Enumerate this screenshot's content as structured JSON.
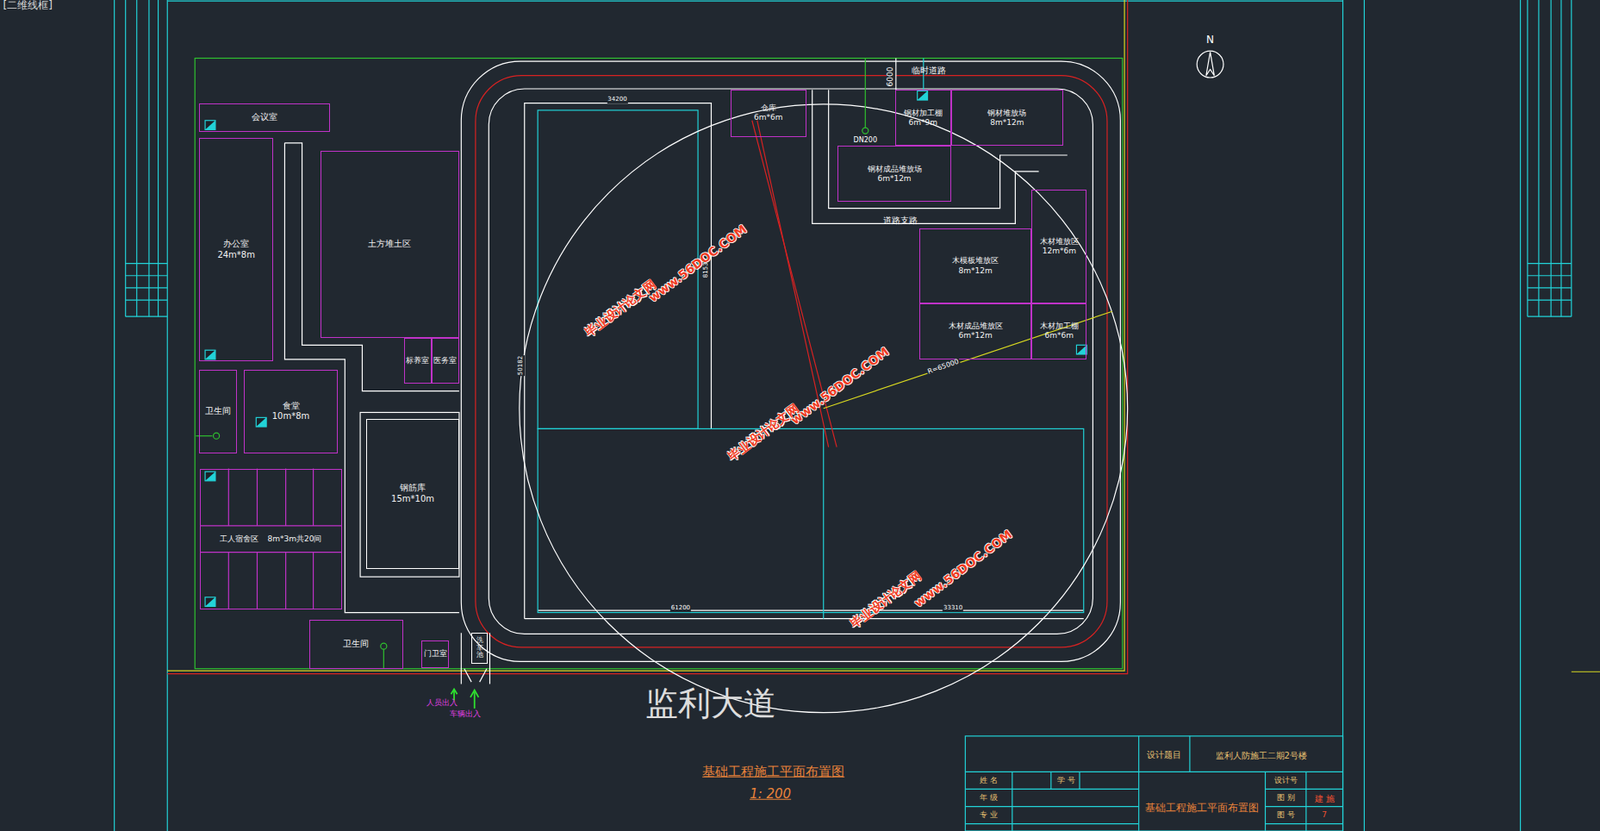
{
  "diagram": {
    "title": "基础工程施工平面布置图",
    "caption": "1: 200",
    "nodes": [
      {
        "text": [
          "会议室"
        ]
      },
      {
        "text": [
          "办公室",
          "24m*8m"
        ]
      },
      {
        "text": [
          "土方堆土区"
        ]
      },
      {
        "text": [
          "标养室"
        ]
      },
      {
        "text": [
          "医务室"
        ]
      },
      {
        "text": [
          "卫生间"
        ]
      },
      {
        "text": [
          "食堂",
          "10m*8m"
        ]
      },
      {
        "text": [
          "工人宿舍区",
          "8m*3m共20间"
        ]
      },
      {
        "text": [
          "钢筋库",
          "15m*10m"
        ]
      },
      {
        "text": [
          "卫生间"
        ]
      },
      {
        "text": [
          "门卫室"
        ]
      },
      {
        "text": [
          "洗车池"
        ]
      },
      {
        "text": [
          "仓库",
          "6m*6m"
        ]
      },
      {
        "text": [
          "钢材加工棚",
          "6m*9m"
        ]
      },
      {
        "text": [
          "钢材堆放场",
          "8m*12m"
        ]
      },
      {
        "text": [
          "钢材成品堆放场",
          "6m*12m"
        ]
      },
      {
        "text": [
          "木模板堆放区",
          "8m*12m"
        ]
      },
      {
        "text": [
          "木材堆放区",
          "12m*6m"
        ]
      },
      {
        "text": [
          "木材成品堆放区",
          "6m*12m"
        ]
      },
      {
        "text": [
          "木材加工棚",
          "6m*6m"
        ]
      }
    ],
    "labels": [
      "[二维线框]",
      "N",
      "临时道路",
      "6000",
      "DN200",
      "道路支路",
      "34200",
      "61200",
      "33310",
      "81530",
      "50182",
      "R=65000",
      "监利大道",
      "人员出入",
      "车辆出入",
      "毕业设计论文网",
      "www.56DOC.COM",
      "毕业设计论文网",
      "www.56DOC.COM",
      "毕业设计论文网",
      "www.56DOC.COM",
      "设计题目",
      "监利人防施工二期2号楼",
      "姓 名",
      "学 号",
      "年 级",
      "专 业",
      "基础工程施工平面布置图",
      "设计号",
      "图 别",
      "建 施",
      "图 号",
      "7"
    ]
  }
}
